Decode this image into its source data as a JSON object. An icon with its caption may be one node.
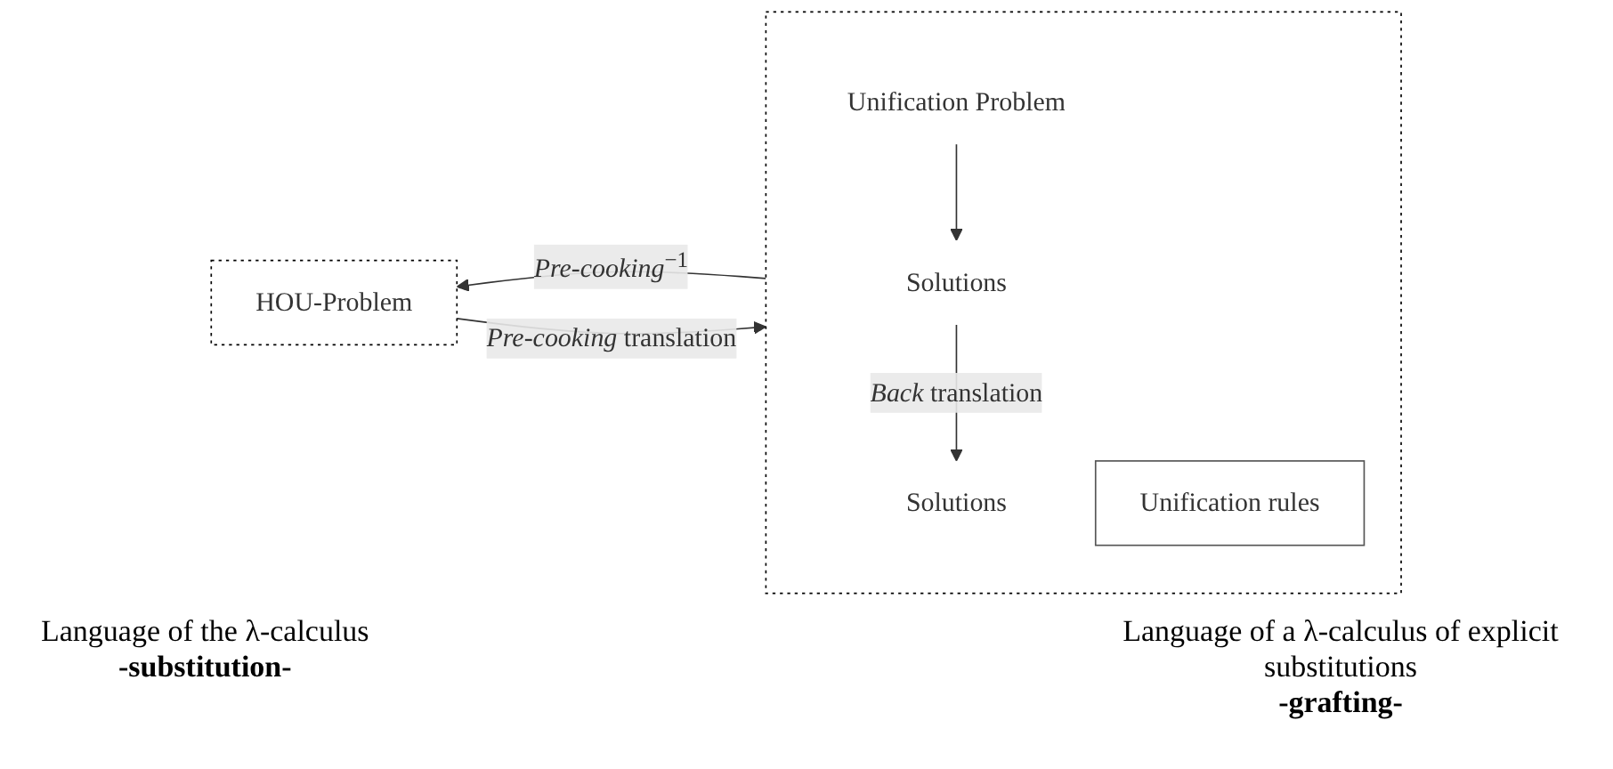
{
  "diagram": {
    "nodes": [
      {
        "text": [
          "HOU-Problem"
        ],
        "beside": [
          "Language of the λ-calculus",
          "-substitution-"
        ]
      },
      {
        "text": [],
        "shape": "box",
        "beside": [
          "Language of a λ-calculus of explicit substitutions",
          "-grafting-"
        ]
      },
      {
        "text": [
          "Unification Problem"
        ],
        "in": 1
      },
      {
        "text": [
          "Unification rules"
        ],
        "in": 1
      },
      {
        "text": [
          "Solutions"
        ],
        "in": 1
      },
      {
        "text": [
          "Solutions"
        ],
        "in": 1
      }
    ],
    "edges": [
      {
        "from": 0,
        "to": 1,
        "arrow": "to",
        "label": "*Pre-cooking* translation"
      },
      {
        "from": 1,
        "to": 0,
        "arrow": "to",
        "label": "*Pre-cooking*$^{−1}$"
      },
      {
        "from": 2,
        "to": 4,
        "arrow": "to"
      },
      {
        "from": 4,
        "to": 5,
        "arrow": "to",
        "label": "*Back* translation"
      }
    ]
  }
}
